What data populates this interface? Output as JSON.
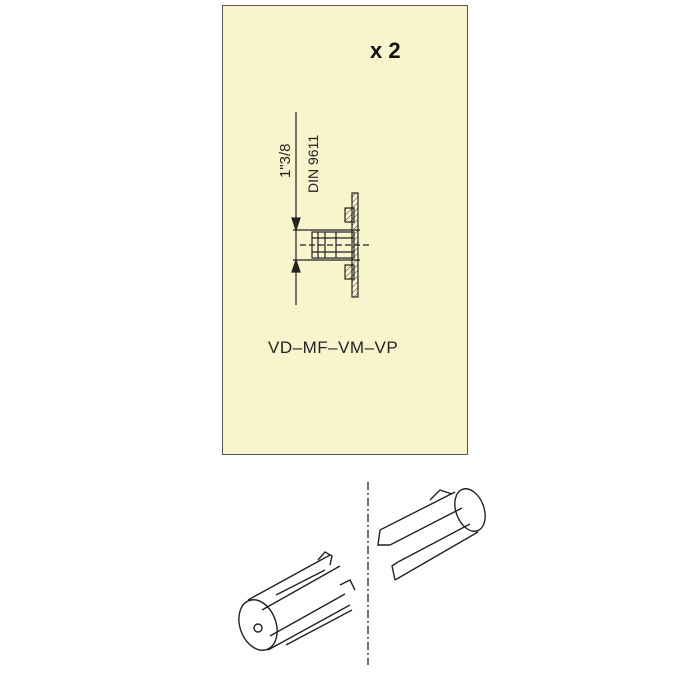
{
  "quantity": "x 2",
  "dimension": "1\"3/8",
  "standard": "DIN 9611",
  "models": "VD–MF–VM–VP"
}
